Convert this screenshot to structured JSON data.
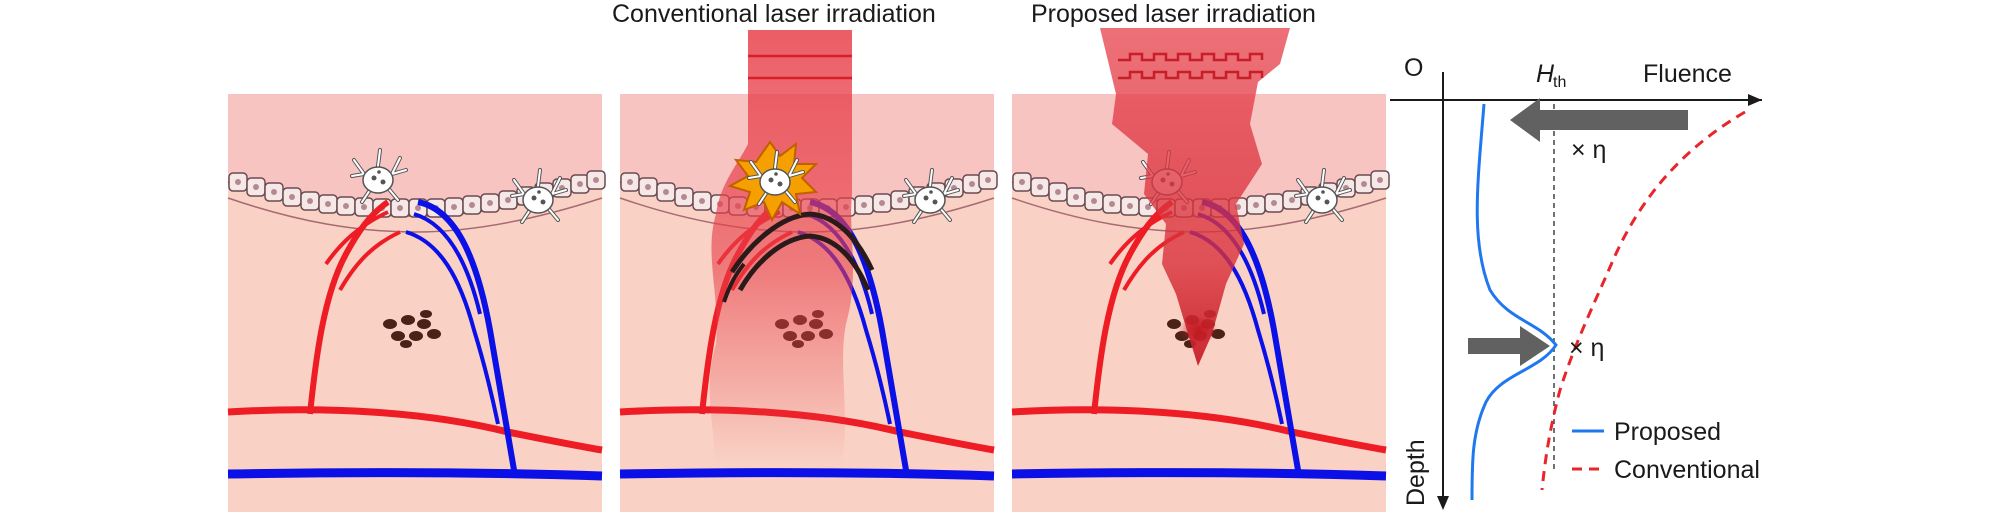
{
  "panels": {
    "conventional_title": "Conventional laser irradiation",
    "proposed_title": "Proposed laser irradiation"
  },
  "plot": {
    "origin_label": "O",
    "x_axis_label": "Fluence",
    "y_axis_label": "Depth",
    "threshold_label_main": "H",
    "threshold_label_sub": "th",
    "scale_label_top": "× η",
    "scale_label_mid": "× η",
    "legend": {
      "proposed": "Proposed",
      "conventional": "Conventional"
    }
  },
  "colors": {
    "skin_upper": "#f7c4c2",
    "skin_lower": "#f9d2c5",
    "artery": "#ee1c24",
    "vein": "#0a10e6",
    "laser_beam": "#e8404a",
    "proposed_curve": "#1f78f0",
    "conventional_curve": "#e8252b",
    "arrow_gray": "#616161",
    "burn_star": "#f5a000"
  }
}
